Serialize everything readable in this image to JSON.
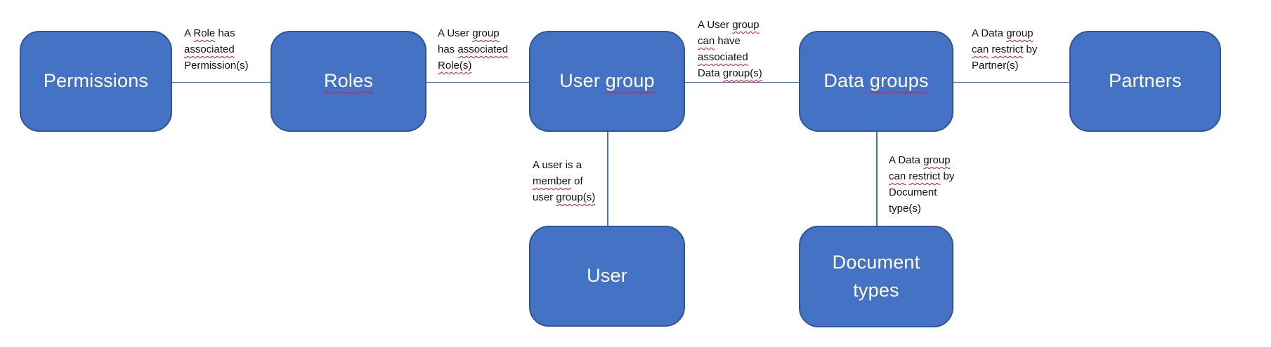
{
  "colors": {
    "node_fill": "#4472C4",
    "node_border": "#2F5597",
    "node_text": "#FFFFFF",
    "connector": "#4472C4",
    "label_text": "#111111",
    "squiggle": "#E81123"
  },
  "nodes": [
    {
      "id": "permissions",
      "lines": [
        [
          {
            "t": "Permissions",
            "s": false
          }
        ]
      ]
    },
    {
      "id": "roles",
      "lines": [
        [
          {
            "t": "Roles",
            "s": true
          }
        ]
      ]
    },
    {
      "id": "user-group",
      "lines": [
        [
          {
            "t": "User ",
            "s": false
          },
          {
            "t": "group",
            "s": true
          }
        ]
      ]
    },
    {
      "id": "data-groups",
      "lines": [
        [
          {
            "t": "Data ",
            "s": false
          },
          {
            "t": "groups",
            "s": true
          }
        ]
      ]
    },
    {
      "id": "partners",
      "lines": [
        [
          {
            "t": "Partners",
            "s": false
          }
        ]
      ]
    },
    {
      "id": "user",
      "lines": [
        [
          {
            "t": "User",
            "s": false
          }
        ]
      ]
    },
    {
      "id": "document-types",
      "lines": [
        [
          {
            "t": "Document",
            "s": false
          }
        ],
        [
          {
            "t": "types",
            "s": false
          }
        ]
      ]
    }
  ],
  "edge_labels": [
    {
      "id": "role-has-permissions",
      "lines": [
        [
          {
            "t": "A ",
            "s": false
          },
          {
            "t": "Role",
            "s": true
          },
          {
            "t": " has",
            "s": false
          }
        ],
        [
          {
            "t": "associated",
            "s": true
          }
        ],
        [
          {
            "t": "Permission(s)",
            "s": false
          }
        ]
      ]
    },
    {
      "id": "user-group-has-roles",
      "lines": [
        [
          {
            "t": "A User ",
            "s": false
          },
          {
            "t": "group",
            "s": true
          }
        ],
        [
          {
            "t": "has ",
            "s": false
          },
          {
            "t": "associated",
            "s": true
          }
        ],
        [
          {
            "t": "Role(s)",
            "s": true
          }
        ]
      ]
    },
    {
      "id": "user-group-has-data-groups",
      "lines": [
        [
          {
            "t": "A User ",
            "s": false
          },
          {
            "t": "group",
            "s": true
          }
        ],
        [
          {
            "t": "can",
            "s": true
          },
          {
            "t": " have",
            "s": false
          }
        ],
        [
          {
            "t": "associated",
            "s": true
          }
        ],
        [
          {
            "t": "Data ",
            "s": false
          },
          {
            "t": "group(s)",
            "s": true
          }
        ]
      ]
    },
    {
      "id": "data-group-restrict-partners",
      "lines": [
        [
          {
            "t": "A Data ",
            "s": false
          },
          {
            "t": "group",
            "s": true
          }
        ],
        [
          {
            "t": "can",
            "s": true
          },
          {
            "t": " ",
            "s": false
          },
          {
            "t": "restrict",
            "s": true
          },
          {
            "t": " by",
            "s": false
          }
        ],
        [
          {
            "t": "Partner(s)",
            "s": false
          }
        ]
      ]
    },
    {
      "id": "user-member-of-user-groups",
      "lines": [
        [
          {
            "t": "A user is a",
            "s": false
          }
        ],
        [
          {
            "t": "member",
            "s": true
          },
          {
            "t": " of",
            "s": false
          }
        ],
        [
          {
            "t": "user ",
            "s": false
          },
          {
            "t": "group(s)",
            "s": true
          }
        ]
      ]
    },
    {
      "id": "data-group-restrict-document-types",
      "lines": [
        [
          {
            "t": "A Data ",
            "s": false
          },
          {
            "t": "group",
            "s": true
          }
        ],
        [
          {
            "t": "can",
            "s": true
          },
          {
            "t": " ",
            "s": false
          },
          {
            "t": "restrict",
            "s": true
          },
          {
            "t": " by",
            "s": false
          }
        ],
        [
          {
            "t": "Document",
            "s": false
          }
        ],
        [
          {
            "t": "type(s)",
            "s": false
          }
        ]
      ]
    }
  ]
}
